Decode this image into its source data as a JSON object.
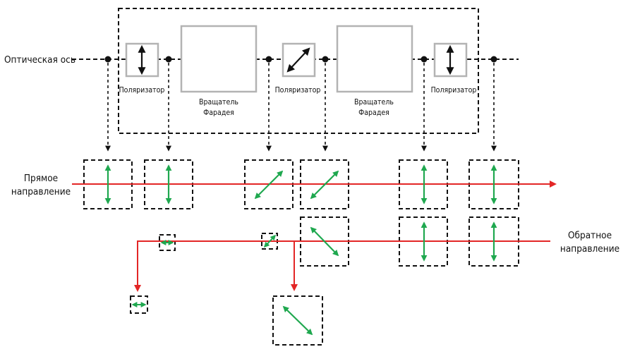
{
  "labels": {
    "optical_axis": "Оптическая ось",
    "forward": [
      "Прямое",
      "направление"
    ],
    "backward": [
      "Обратное",
      "направление"
    ],
    "polarizer": "Поляризатор",
    "faraday": [
      "Вращатель",
      "Фарадея"
    ]
  },
  "colors": {
    "beam": "#e32626",
    "polarization": "#1fa84f",
    "outline": "#111111",
    "component_border": "#b3b3b3"
  }
}
